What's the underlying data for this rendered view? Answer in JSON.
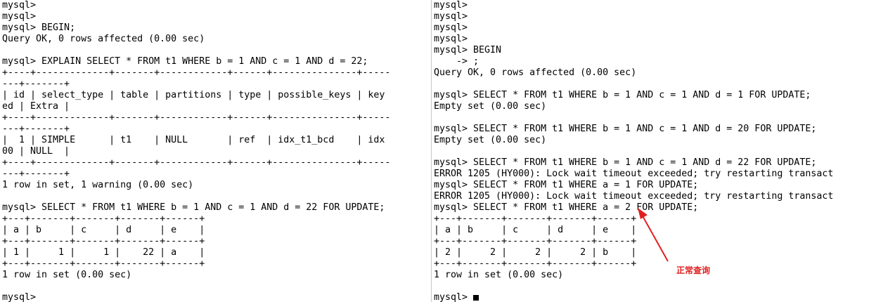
{
  "left_terminal": {
    "lines": [
      "mysql>",
      "mysql>",
      "mysql> BEGIN;",
      "Query OK, 0 rows affected (0.00 sec)",
      "",
      "mysql> EXPLAIN SELECT * FROM t1 WHERE b = 1 AND c = 1 AND d = 22;",
      "+----+-------------+-------+------------+------+---------------+-----",
      "---+-------+",
      "| id | select_type | table | partitions | type | possible_keys | key",
      "ed | Extra |",
      "+----+-------------+-------+------------+------+---------------+-----",
      "---+-------+",
      "|  1 | SIMPLE      | t1    | NULL       | ref  | idx_t1_bcd    | idx",
      "00 | NULL  |",
      "+----+-------------+-------+------------+------+---------------+-----",
      "---+-------+",
      "1 row in set, 1 warning (0.00 sec)",
      "",
      "mysql> SELECT * FROM t1 WHERE b = 1 AND c = 1 AND d = 22 FOR UPDATE;",
      "+---+-------+-------+-------+------+",
      "| a | b     | c     | d     | e    |",
      "+---+-------+-------+-------+------+",
      "| 1 |     1 |     1 |    22 | a    |",
      "+---+-------+-------+-------+------+",
      "1 row in set (0.00 sec)",
      "",
      "mysql>"
    ]
  },
  "right_terminal": {
    "lines": [
      "mysql>",
      "mysql>",
      "mysql>",
      "mysql>",
      "mysql> BEGIN",
      "    -> ;",
      "Query OK, 0 rows affected (0.00 sec)",
      "",
      "mysql> SELECT * FROM t1 WHERE b = 1 AND c = 1 AND d = 1 FOR UPDATE;",
      "Empty set (0.00 sec)",
      "",
      "mysql> SELECT * FROM t1 WHERE b = 1 AND c = 1 AND d = 20 FOR UPDATE;",
      "Empty set (0.00 sec)",
      "",
      "mysql> SELECT * FROM t1 WHERE b = 1 AND c = 1 AND d = 22 FOR UPDATE;",
      "ERROR 1205 (HY000): Lock wait timeout exceeded; try restarting transact",
      "mysql> SELECT * FROM t1 WHERE a = 1 FOR UPDATE;",
      "ERROR 1205 (HY000): Lock wait timeout exceeded; try restarting transact",
      "mysql> SELECT * FROM t1 WHERE a = 2 FOR UPDATE;",
      "+---+-------+-------+-------+------+",
      "| a | b     | c     | d     | e    |",
      "+---+-------+-------+-------+------+",
      "| 2 |     2 |     2 |     2 | b    |",
      "+---+-------+-------+-------+------+",
      "1 row in set (0.00 sec)",
      ""
    ],
    "prompt": "mysql> "
  },
  "annotation": {
    "label": "正常查询",
    "color": "#e02020"
  },
  "colors": {
    "terminal_bg": "#ffffff",
    "terminal_text": "#000000",
    "divider": "#c8c8c8"
  }
}
